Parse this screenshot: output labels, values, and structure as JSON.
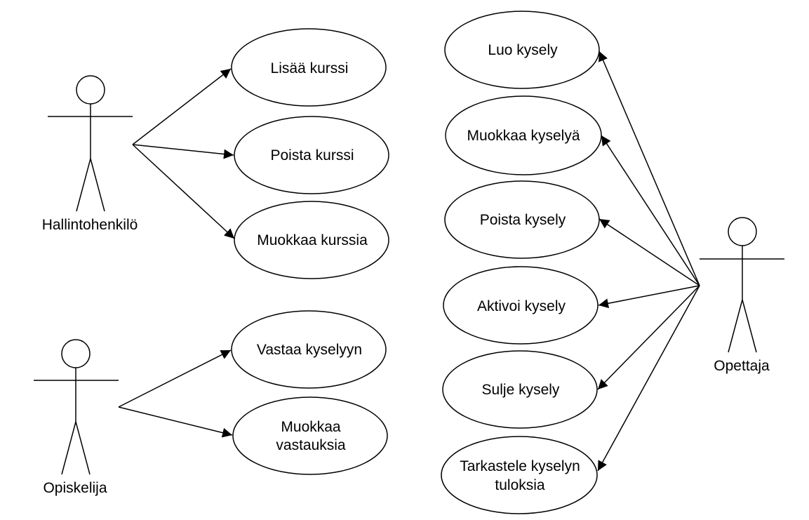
{
  "actors": {
    "admin": {
      "label": "Hallintohenkilö"
    },
    "student": {
      "label": "Opiskelija"
    },
    "teacher": {
      "label": "Opettaja"
    }
  },
  "use_cases": {
    "add_course": {
      "lines": [
        "Lisää kurssi"
      ]
    },
    "delete_course": {
      "lines": [
        "Poista kurssi"
      ]
    },
    "edit_course": {
      "lines": [
        "Muokkaa kurssia"
      ]
    },
    "answer_survey": {
      "lines": [
        "Vastaa kyselyyn"
      ]
    },
    "edit_answers": {
      "lines": [
        "Muokkaa",
        "vastauksia"
      ]
    },
    "create_survey": {
      "lines": [
        "Luo kysely"
      ]
    },
    "edit_survey": {
      "lines": [
        "Muokkaa kyselyä"
      ]
    },
    "delete_survey": {
      "lines": [
        "Poista kysely"
      ]
    },
    "activate_survey": {
      "lines": [
        "Aktivoi kysely"
      ]
    },
    "close_survey": {
      "lines": [
        "Sulje kysely"
      ]
    },
    "view_results": {
      "lines": [
        "Tarkastele kyselyn",
        "tuloksia"
      ]
    }
  },
  "associations": [
    {
      "from": "admin",
      "to": "add_course"
    },
    {
      "from": "admin",
      "to": "delete_course"
    },
    {
      "from": "admin",
      "to": "edit_course"
    },
    {
      "from": "student",
      "to": "answer_survey"
    },
    {
      "from": "student",
      "to": "edit_answers"
    },
    {
      "from": "teacher",
      "to": "create_survey"
    },
    {
      "from": "teacher",
      "to": "edit_survey"
    },
    {
      "from": "teacher",
      "to": "delete_survey"
    },
    {
      "from": "teacher",
      "to": "activate_survey"
    },
    {
      "from": "teacher",
      "to": "close_survey"
    },
    {
      "from": "teacher",
      "to": "view_results"
    }
  ],
  "colors": {
    "stroke": "#000000",
    "fill": "#ffffff",
    "text": "#000000"
  }
}
